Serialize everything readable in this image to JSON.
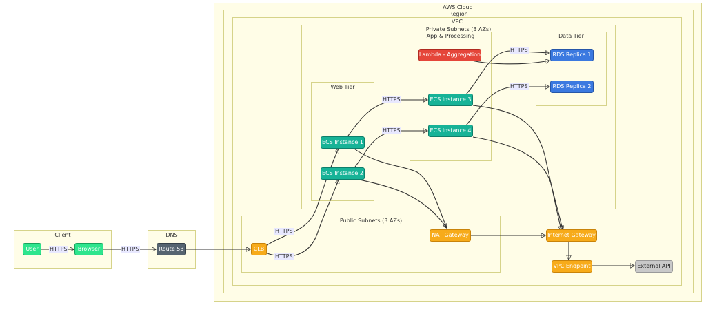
{
  "groups": {
    "aws_cloud": "AWS Cloud",
    "region": "Region",
    "vpc": "VPC",
    "private_subnets": "Private Subnets (3 AZs)",
    "app_processing": "App & Processing",
    "data_tier": "Data Tier",
    "web_tier": "Web Tier",
    "public_subnets": "Public Subnets (3 AZs)",
    "client": "Client",
    "dns": "DNS"
  },
  "nodes": {
    "user": "User",
    "browser": "Browser",
    "route53": "Route 53",
    "clb": "CLB",
    "ecs1": "ECS Instance 1",
    "ecs2": "ECS Instance 2",
    "ecs3": "ECS Instance 3",
    "ecs4": "ECS Instance 4",
    "lambda": "Lambda - Aggregation",
    "rds1": "RDS Replica 1",
    "rds2": "RDS Replica 2",
    "nat": "NAT Gateway",
    "igw": "Internet Gateway",
    "vpce": "VPC Endpoint",
    "external": "External API"
  },
  "edge_labels": {
    "user_browser": "HTTPS",
    "browser_route53": "HTTPS",
    "clb_ecs1": "HTTPS",
    "clb_ecs2": "HTTPS",
    "ecs1_ecs3": "HTTPS",
    "ecs2_ecs4": "HTTPS",
    "ecs3_rds1": "HTTPS",
    "ecs4_rds2": "HTTPS"
  },
  "colors": {
    "compute": "#17b397",
    "client": "#2ee58d",
    "network": "#f7ab1a",
    "lambda": "#e5463a",
    "database": "#3b79e0",
    "dns": "#566470",
    "external": "#c9c9c9",
    "group_fill": "#fffde7"
  }
}
